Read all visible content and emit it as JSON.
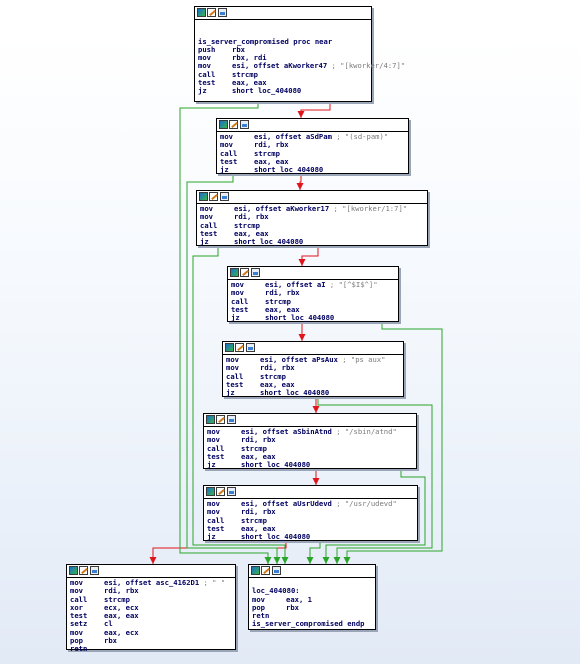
{
  "colors": {
    "edge_taken": "#2aa52a",
    "edge_fallthrough": "#e0141a",
    "node_text": "#000060",
    "comment_text": "#7a7a7a"
  },
  "nodes": [
    {
      "id": "n0",
      "lines": [
        {
          "type": "blank"
        },
        {
          "type": "blank"
        },
        {
          "type": "label",
          "text": "is_server_compromised proc near"
        },
        {
          "type": "ins",
          "mnem": "push",
          "ops": "rbx",
          "cmt": ""
        },
        {
          "type": "ins",
          "mnem": "mov",
          "ops": "rbx, rdi",
          "cmt": ""
        },
        {
          "type": "ins",
          "mnem": "mov",
          "ops": "esi, offset aKworker47",
          "cmt": "; \"[kworker/4:7]\""
        },
        {
          "type": "ins",
          "mnem": "call",
          "ops": "strcmp",
          "cmt": ""
        },
        {
          "type": "ins",
          "mnem": "test",
          "ops": "eax, eax",
          "cmt": ""
        },
        {
          "type": "ins",
          "mnem": "jz",
          "ops": "short loc_404080",
          "cmt": ""
        }
      ]
    },
    {
      "id": "n1",
      "lines": [
        {
          "type": "ins",
          "mnem": "mov",
          "ops": "esi, offset aSdPam",
          "cmt": "; \"(sd-pam)\""
        },
        {
          "type": "ins",
          "mnem": "mov",
          "ops": "rdi, rbx",
          "cmt": ""
        },
        {
          "type": "ins",
          "mnem": "call",
          "ops": "strcmp",
          "cmt": ""
        },
        {
          "type": "ins",
          "mnem": "test",
          "ops": "eax, eax",
          "cmt": ""
        },
        {
          "type": "ins",
          "mnem": "jz",
          "ops": "short loc_404080",
          "cmt": ""
        }
      ]
    },
    {
      "id": "n2",
      "lines": [
        {
          "type": "ins",
          "mnem": "mov",
          "ops": "esi, offset aKworker17",
          "cmt": "; \"[kworker/1:7]\""
        },
        {
          "type": "ins",
          "mnem": "mov",
          "ops": "rdi, rbx",
          "cmt": ""
        },
        {
          "type": "ins",
          "mnem": "call",
          "ops": "strcmp",
          "cmt": ""
        },
        {
          "type": "ins",
          "mnem": "test",
          "ops": "eax, eax",
          "cmt": ""
        },
        {
          "type": "ins",
          "mnem": "jz",
          "ops": "short loc_404080",
          "cmt": ""
        }
      ]
    },
    {
      "id": "n3",
      "lines": [
        {
          "type": "ins",
          "mnem": "mov",
          "ops": "esi, offset aI",
          "cmt": "; \"[^$I$^]\""
        },
        {
          "type": "ins",
          "mnem": "mov",
          "ops": "rdi, rbx",
          "cmt": ""
        },
        {
          "type": "ins",
          "mnem": "call",
          "ops": "strcmp",
          "cmt": ""
        },
        {
          "type": "ins",
          "mnem": "test",
          "ops": "eax, eax",
          "cmt": ""
        },
        {
          "type": "ins",
          "mnem": "jz",
          "ops": "short loc_404080",
          "cmt": ""
        }
      ]
    },
    {
      "id": "n4",
      "lines": [
        {
          "type": "ins",
          "mnem": "mov",
          "ops": "esi, offset aPsAux",
          "cmt": "; \"ps aux\""
        },
        {
          "type": "ins",
          "mnem": "mov",
          "ops": "rdi, rbx",
          "cmt": ""
        },
        {
          "type": "ins",
          "mnem": "call",
          "ops": "strcmp",
          "cmt": ""
        },
        {
          "type": "ins",
          "mnem": "test",
          "ops": "eax, eax",
          "cmt": ""
        },
        {
          "type": "ins",
          "mnem": "jz",
          "ops": "short loc_404080",
          "cmt": ""
        }
      ]
    },
    {
      "id": "n5",
      "lines": [
        {
          "type": "ins",
          "mnem": "mov",
          "ops": "esi, offset aSbinAtnd",
          "cmt": "; \"/sbin/atnd\""
        },
        {
          "type": "ins",
          "mnem": "mov",
          "ops": "rdi, rbx",
          "cmt": ""
        },
        {
          "type": "ins",
          "mnem": "call",
          "ops": "strcmp",
          "cmt": ""
        },
        {
          "type": "ins",
          "mnem": "test",
          "ops": "eax, eax",
          "cmt": ""
        },
        {
          "type": "ins",
          "mnem": "jz",
          "ops": "short loc_404080",
          "cmt": ""
        }
      ]
    },
    {
      "id": "n6",
      "lines": [
        {
          "type": "ins",
          "mnem": "mov",
          "ops": "esi, offset aUsrUdevd",
          "cmt": "; \"/usr/udevd\""
        },
        {
          "type": "ins",
          "mnem": "mov",
          "ops": "rdi, rbx",
          "cmt": ""
        },
        {
          "type": "ins",
          "mnem": "call",
          "ops": "strcmp",
          "cmt": ""
        },
        {
          "type": "ins",
          "mnem": "test",
          "ops": "eax, eax",
          "cmt": ""
        },
        {
          "type": "ins",
          "mnem": "jz",
          "ops": "short loc_404080",
          "cmt": ""
        }
      ]
    },
    {
      "id": "n7",
      "lines": [
        {
          "type": "ins",
          "mnem": "mov",
          "ops": "esi, offset asc_4162D1",
          "cmt": "; \" \""
        },
        {
          "type": "ins",
          "mnem": "mov",
          "ops": "rdi, rbx",
          "cmt": ""
        },
        {
          "type": "ins",
          "mnem": "call",
          "ops": "strcmp",
          "cmt": ""
        },
        {
          "type": "ins",
          "mnem": "xor",
          "ops": "ecx, ecx",
          "cmt": ""
        },
        {
          "type": "ins",
          "mnem": "test",
          "ops": "eax, eax",
          "cmt": ""
        },
        {
          "type": "ins",
          "mnem": "setz",
          "ops": "cl",
          "cmt": ""
        },
        {
          "type": "ins",
          "mnem": "mov",
          "ops": "eax, ecx",
          "cmt": ""
        },
        {
          "type": "ins",
          "mnem": "pop",
          "ops": "rbx",
          "cmt": ""
        },
        {
          "type": "ins",
          "mnem": "retn",
          "ops": "",
          "cmt": ""
        }
      ]
    },
    {
      "id": "n8",
      "lines": [
        {
          "type": "blank"
        },
        {
          "type": "label",
          "text": "loc_404080:"
        },
        {
          "type": "ins",
          "mnem": "mov",
          "ops": "eax, 1",
          "cmt": ""
        },
        {
          "type": "ins",
          "mnem": "pop",
          "ops": "rbx",
          "cmt": ""
        },
        {
          "type": "ins",
          "mnem": "retn",
          "ops": "",
          "cmt": ""
        },
        {
          "type": "label",
          "text": "is_server_compromised endp"
        }
      ]
    }
  ]
}
